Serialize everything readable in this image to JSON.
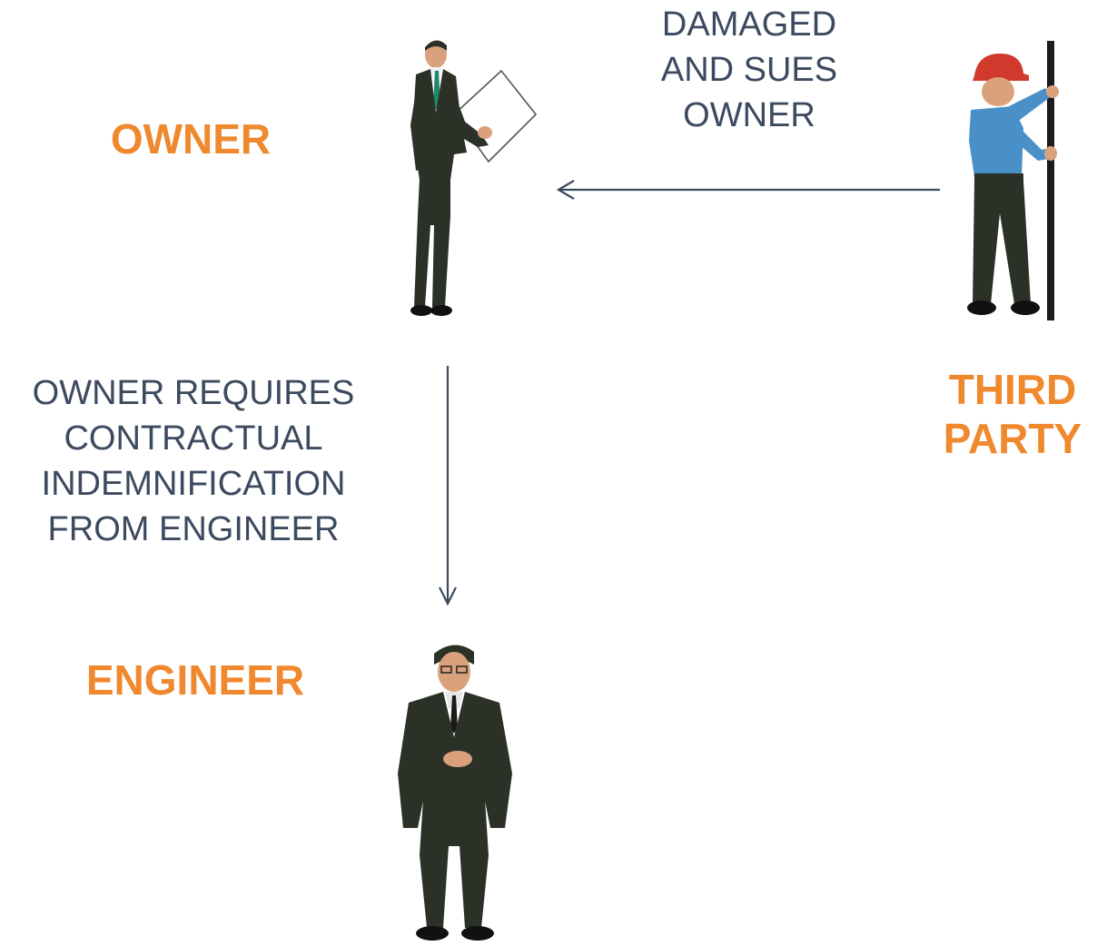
{
  "colors": {
    "role_label": "#F0882E",
    "caption_text": "#3C4A60",
    "arrow": "#3C4A60",
    "suit": "#2B3126",
    "shirt_blue": "#4A90C8",
    "helmet": "#D0392B",
    "skin": "#D9A27C"
  },
  "roles": {
    "owner": "OWNER",
    "engineer": "ENGINEER",
    "third_party_line1": "THIRD",
    "third_party_line2": "PARTY"
  },
  "captions": {
    "top": [
      "DAMAGED",
      "AND SUES",
      "OWNER"
    ],
    "left": [
      "OWNER REQUIRES",
      "CONTRACTUAL",
      "INDEMNIFICATION",
      "FROM ENGINEER"
    ]
  },
  "figures": {
    "owner": "businessman-with-clipboard-icon",
    "third_party": "construction-worker-with-pole-icon",
    "engineer": "engineer-in-suit-icon"
  }
}
